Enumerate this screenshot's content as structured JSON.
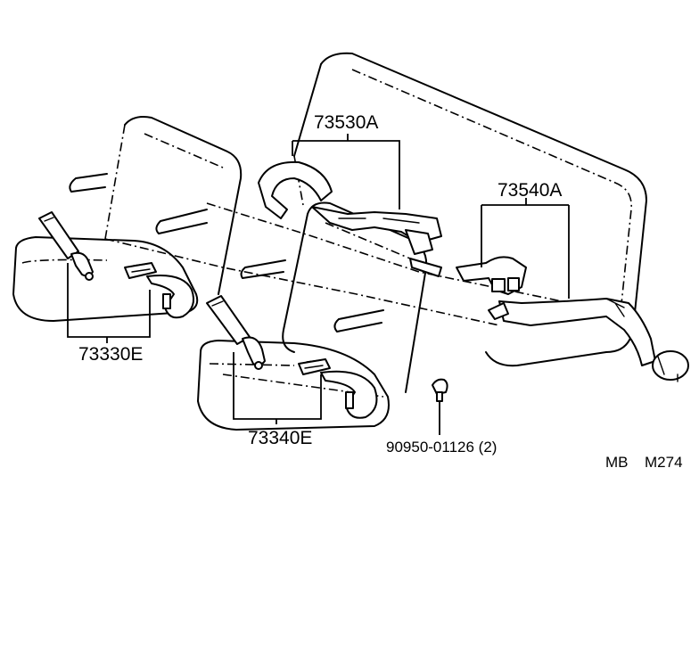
{
  "labels": {
    "part_73530A": "73530A",
    "part_73540A": "73540A",
    "part_73330E": "73330E",
    "part_73340E": "73340E",
    "part_90950": "90950-01126 (2)",
    "code_mb": "MB",
    "code_m274": "M274"
  },
  "colors": {
    "line": "#000000",
    "background": "#ffffff"
  }
}
